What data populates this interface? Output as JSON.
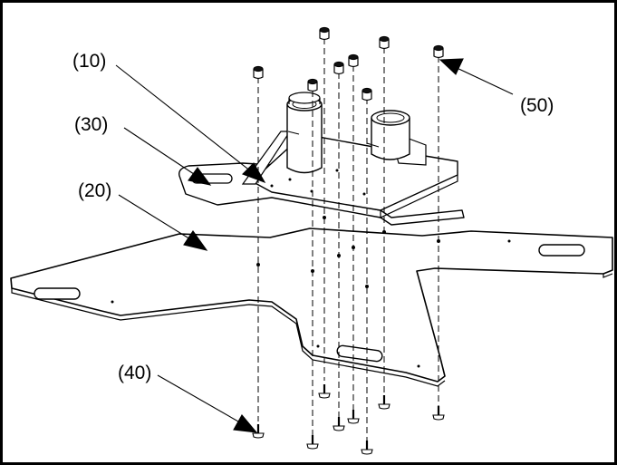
{
  "callouts": {
    "c10": "(10)",
    "c20": "(20)",
    "c30": "(30)",
    "c40": "(40)",
    "c50": "(50)"
  }
}
